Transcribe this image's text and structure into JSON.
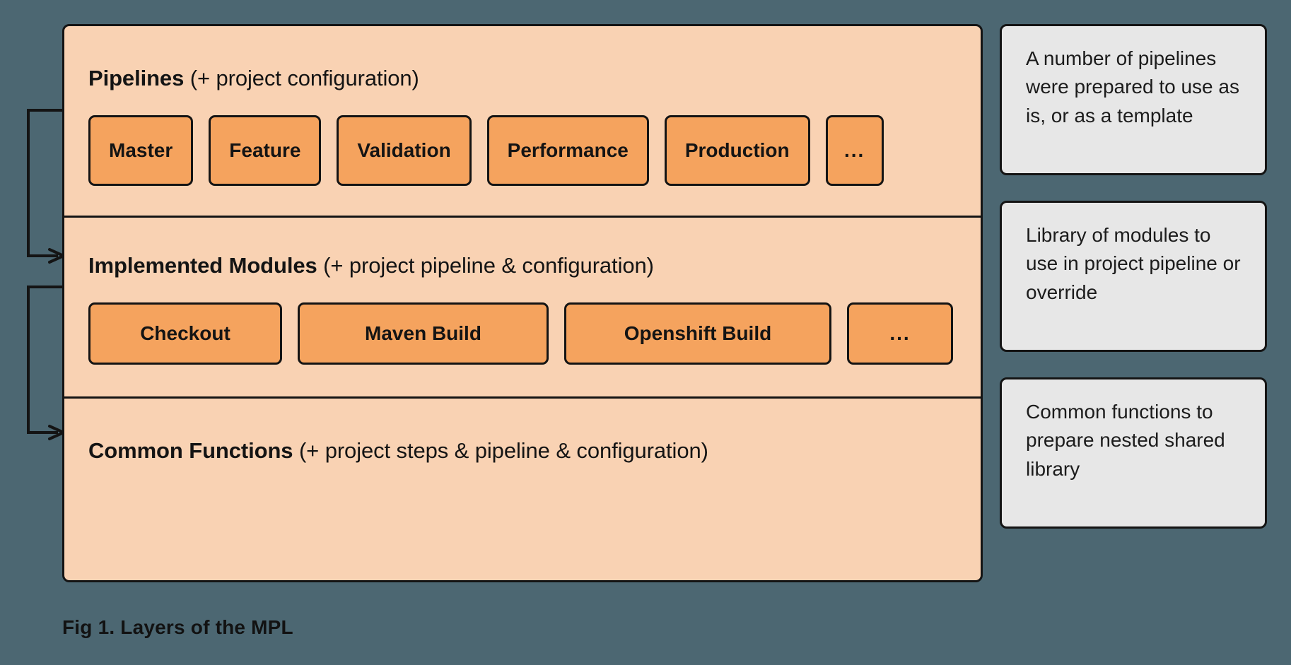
{
  "figure": {
    "caption": "Fig 1. Layers of the MPL",
    "background_color": "#4c6772",
    "layer_fill": "#f9d2b3",
    "chip_fill": "#f5a35e",
    "note_fill": "#e7e7e7",
    "stroke_color": "#141414"
  },
  "layers": [
    {
      "id": "pipelines",
      "title_strong": "Pipelines",
      "title_sub": " (+ project configuration)",
      "chips": [
        {
          "label": "Master"
        },
        {
          "label": "Feature"
        },
        {
          "label": "Validation"
        },
        {
          "label": "Performance"
        },
        {
          "label": "Production"
        },
        {
          "label": "..."
        }
      ]
    },
    {
      "id": "modules",
      "title_strong": "Implemented Modules",
      "title_sub": " (+ project pipeline & configuration)",
      "chips": [
        {
          "label": "Checkout"
        },
        {
          "label": "Maven Build"
        },
        {
          "label": "Openshift Build"
        },
        {
          "label": "..."
        }
      ]
    },
    {
      "id": "common",
      "title_strong": "Common Functions",
      "title_sub": " (+ project steps & pipeline & configuration)",
      "chips": []
    }
  ],
  "notes": [
    {
      "id": "note-pipelines",
      "text": "A number of pipelines were prepared to use as is, or as a template"
    },
    {
      "id": "note-modules",
      "text": "Library of modules to use in project pipeline or override"
    },
    {
      "id": "note-common",
      "text": "Common functions to prepare nested shared library"
    }
  ],
  "connectors": [
    {
      "id": "pipelines-to-modules",
      "label": "feedback arrow from pipelines layer into implemented modules layer"
    },
    {
      "id": "modules-to-common",
      "label": "feedback arrow from implemented modules layer into common functions layer"
    }
  ]
}
